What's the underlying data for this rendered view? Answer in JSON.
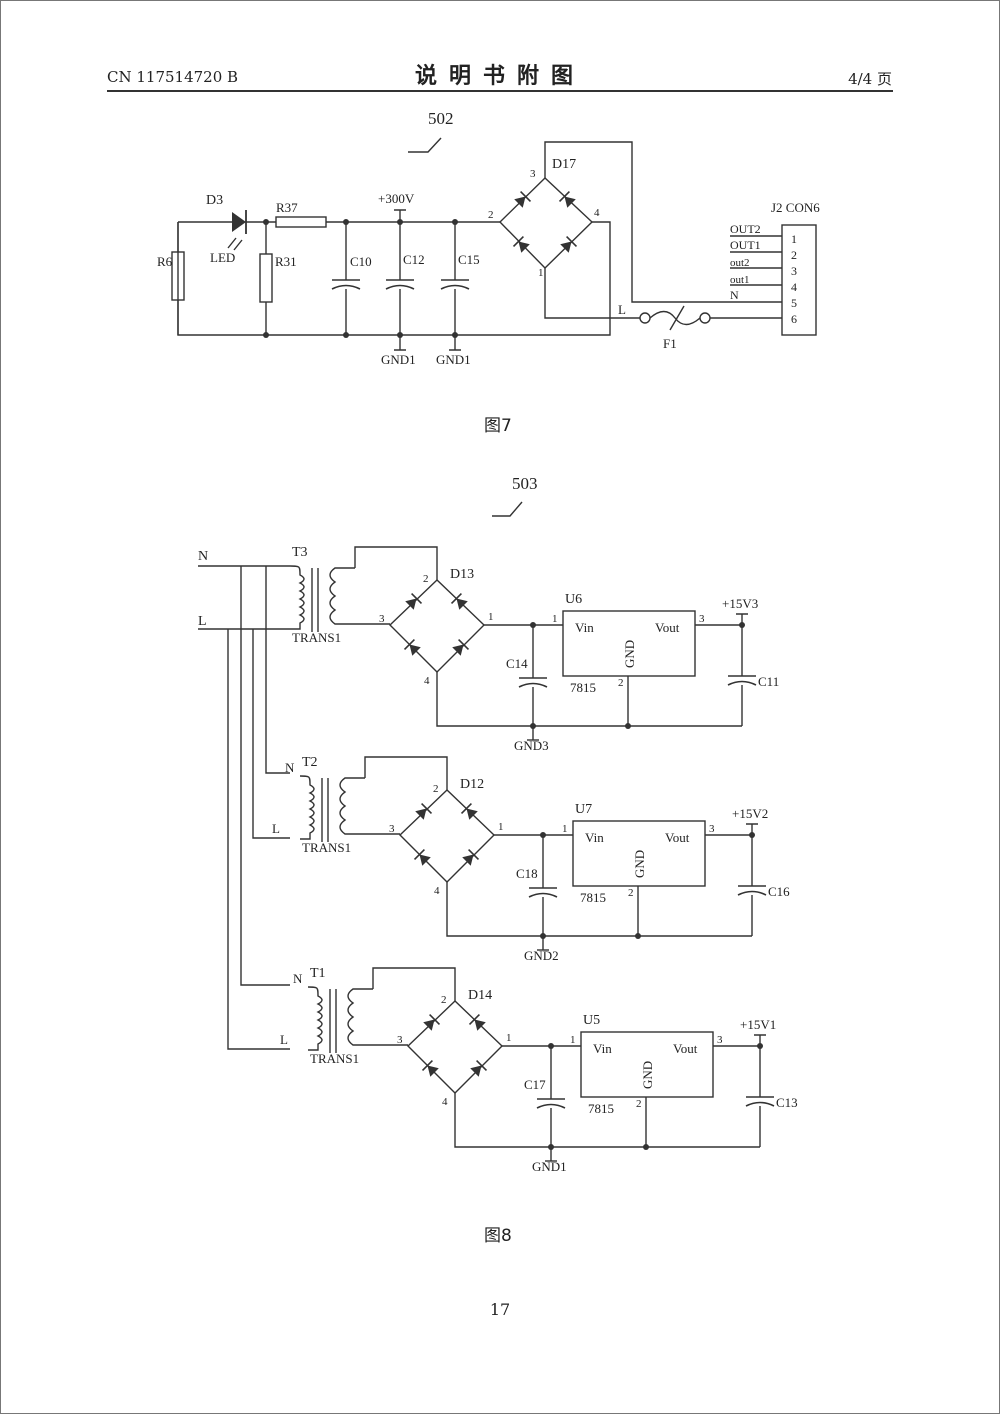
{
  "header": {
    "patent_number": "CN 117514720 B",
    "title": "说明书附图",
    "page_of": "4/4 页"
  },
  "figure7": {
    "caption": "图7",
    "ref": "502",
    "labels": {
      "d3": "D3",
      "led": "LED",
      "r6": "R6",
      "r37": "R37",
      "r31": "R31",
      "v300": "+300V",
      "c10": "C10",
      "c12": "C12",
      "c15": "C15",
      "gnd1a": "GND1",
      "gnd1b": "GND1",
      "d17": "D17",
      "p3": "3",
      "p2": "2",
      "p4": "4",
      "p1": "1",
      "l": "L",
      "f1": "F1",
      "j2": "J2 CON6"
    },
    "connector_pins": [
      {
        "label": "OUT2",
        "num": "1"
      },
      {
        "label": "OUT1",
        "num": "2"
      },
      {
        "label": "out2",
        "num": "3"
      },
      {
        "label": "out1",
        "num": "4"
      },
      {
        "label": "N",
        "num": "5"
      },
      {
        "label": "",
        "num": "6"
      }
    ]
  },
  "figure8": {
    "caption": "图8",
    "ref": "503",
    "mains": {
      "n": "N",
      "l": "L"
    },
    "stages": [
      {
        "t": "T3",
        "trans": "TRANS1",
        "n": "",
        "l": "",
        "d": "D13",
        "u": "U6",
        "vin": "Vin",
        "vout": "Vout",
        "gnd": "GND",
        "part": "7815",
        "cin": "C14",
        "cout": "C11",
        "vlabel": "+15V3",
        "gndlabel": "GND3",
        "p1": "1",
        "p2": "2",
        "p3": "3",
        "p4": "4",
        "ui1": "1",
        "ui2": "2",
        "ui3": "3"
      },
      {
        "t": "T2",
        "trans": "TRANS1",
        "n": "N",
        "l": "L",
        "d": "D12",
        "u": "U7",
        "vin": "Vin",
        "vout": "Vout",
        "gnd": "GND",
        "part": "7815",
        "cin": "C18",
        "cout": "C16",
        "vlabel": "+15V2",
        "gndlabel": "GND2",
        "p1": "1",
        "p2": "2",
        "p3": "3",
        "p4": "4",
        "ui1": "1",
        "ui2": "2",
        "ui3": "3"
      },
      {
        "t": "T1",
        "trans": "TRANS1",
        "n": "N",
        "l": "L",
        "d": "D14",
        "u": "U5",
        "vin": "Vin",
        "vout": "Vout",
        "gnd": "GND",
        "part": "7815",
        "cin": "C17",
        "cout": "C13",
        "vlabel": "+15V1",
        "gndlabel": "GND1",
        "p1": "1",
        "p2": "2",
        "p3": "3",
        "p4": "4",
        "ui1": "1",
        "ui2": "2",
        "ui3": "3"
      }
    ]
  },
  "footer": {
    "page_number": "17"
  }
}
